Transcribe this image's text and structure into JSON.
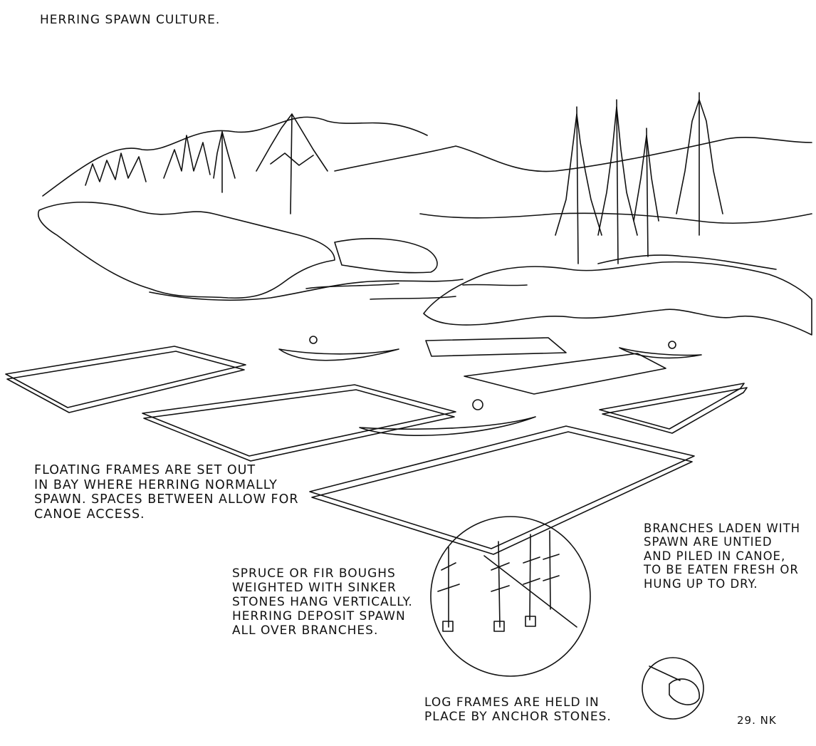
{
  "title": "HERRING SPAWN CULTURE.",
  "captions": {
    "floating_frames": [
      "FLOATING FRAMES ARE SET OUT",
      "IN BAY WHERE HERRING NORMALLY",
      "SPAWN. SPACES BETWEEN ALLOW FOR",
      "CANOE ACCESS."
    ],
    "boughs": [
      "SPRUCE OR FIR BOUGHS",
      "WEIGHTED WITH SINKER",
      "STONES HANG VERTICALLY.",
      "HERRING DEPOSIT SPAWN",
      "ALL OVER BRANCHES."
    ],
    "branches": [
      "BRANCHES LADEN WITH",
      "SPAWN ARE UNTIED",
      "AND PILED IN CANOE,",
      "TO BE EATEN FRESH OR",
      "HUNG UP TO DRY."
    ],
    "anchors": [
      "LOG FRAMES ARE HELD IN",
      "PLACE BY ANCHOR STONES."
    ]
  },
  "signature": "29. NK"
}
